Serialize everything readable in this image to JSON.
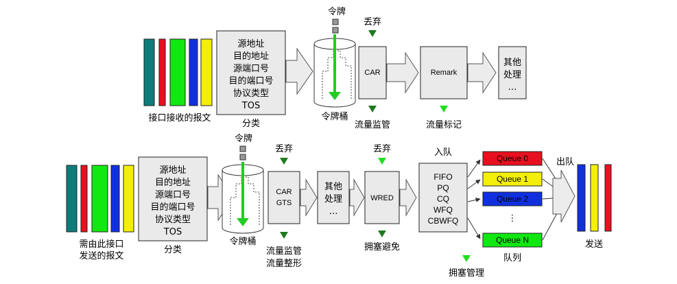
{
  "colors": {
    "teal": "#0e7c7b",
    "red": "#e8101f",
    "green": "#11e811",
    "blue": "#1030e0",
    "yellow": "#f4ef08",
    "box_fill": "#eaeaea",
    "arrow_fill": "#ececec",
    "drop_triangle": "#1e7a1e",
    "mark_triangle": "#22dd22",
    "token_arrow": "#22cc22"
  },
  "top": {
    "packets_label": "接口接收的报文",
    "classify_lines": [
      "源地址",
      "目的地址",
      "源端口号",
      "目的端口号",
      "协议类型",
      "TOS"
    ],
    "classify_label": "分类",
    "token_label": "令牌",
    "bucket_label": "令牌桶",
    "drop_label": "丢弃",
    "car_label": "CAR",
    "car_caption": "流量监管",
    "remark_label": "Remark",
    "remark_caption": "流量标记",
    "other_lines": [
      "其他",
      "处理",
      "…"
    ]
  },
  "bottom": {
    "packets_lines": [
      "需由此接口",
      "发送的报文"
    ],
    "classify_lines": [
      "源地址",
      "目的地址",
      "源端口号",
      "目的端口号",
      "协议类型",
      "TOS"
    ],
    "classify_label": "分类",
    "token_label": "令牌",
    "bucket_label": "令牌桶",
    "drop_label_1": "丢弃",
    "cargts_lines": [
      "CAR",
      "GTS"
    ],
    "cargts_captions": [
      "流量监管",
      "流量整形"
    ],
    "other_lines": [
      "其他",
      "处理",
      "…"
    ],
    "drop_label_2": "丢弃",
    "wred_label": "WRED",
    "wred_caption": "拥塞避免",
    "enqueue_label": "入队",
    "sched_lines": [
      "FIFO",
      "PQ",
      "CQ",
      "WFQ",
      "CBWFQ"
    ],
    "sched_caption": "拥塞管理",
    "queues": [
      {
        "label": "Queue 0",
        "color": "#e8101f"
      },
      {
        "label": "Queue 1",
        "color": "#f4ef08"
      },
      {
        "label": "Queue 2",
        "color": "#1030e0"
      },
      {
        "label": "Queue N",
        "color": "#11e811"
      }
    ],
    "queue_dots": "⋮",
    "queues_caption": "队列",
    "dequeue_label": "出队",
    "send_label": "发送"
  }
}
